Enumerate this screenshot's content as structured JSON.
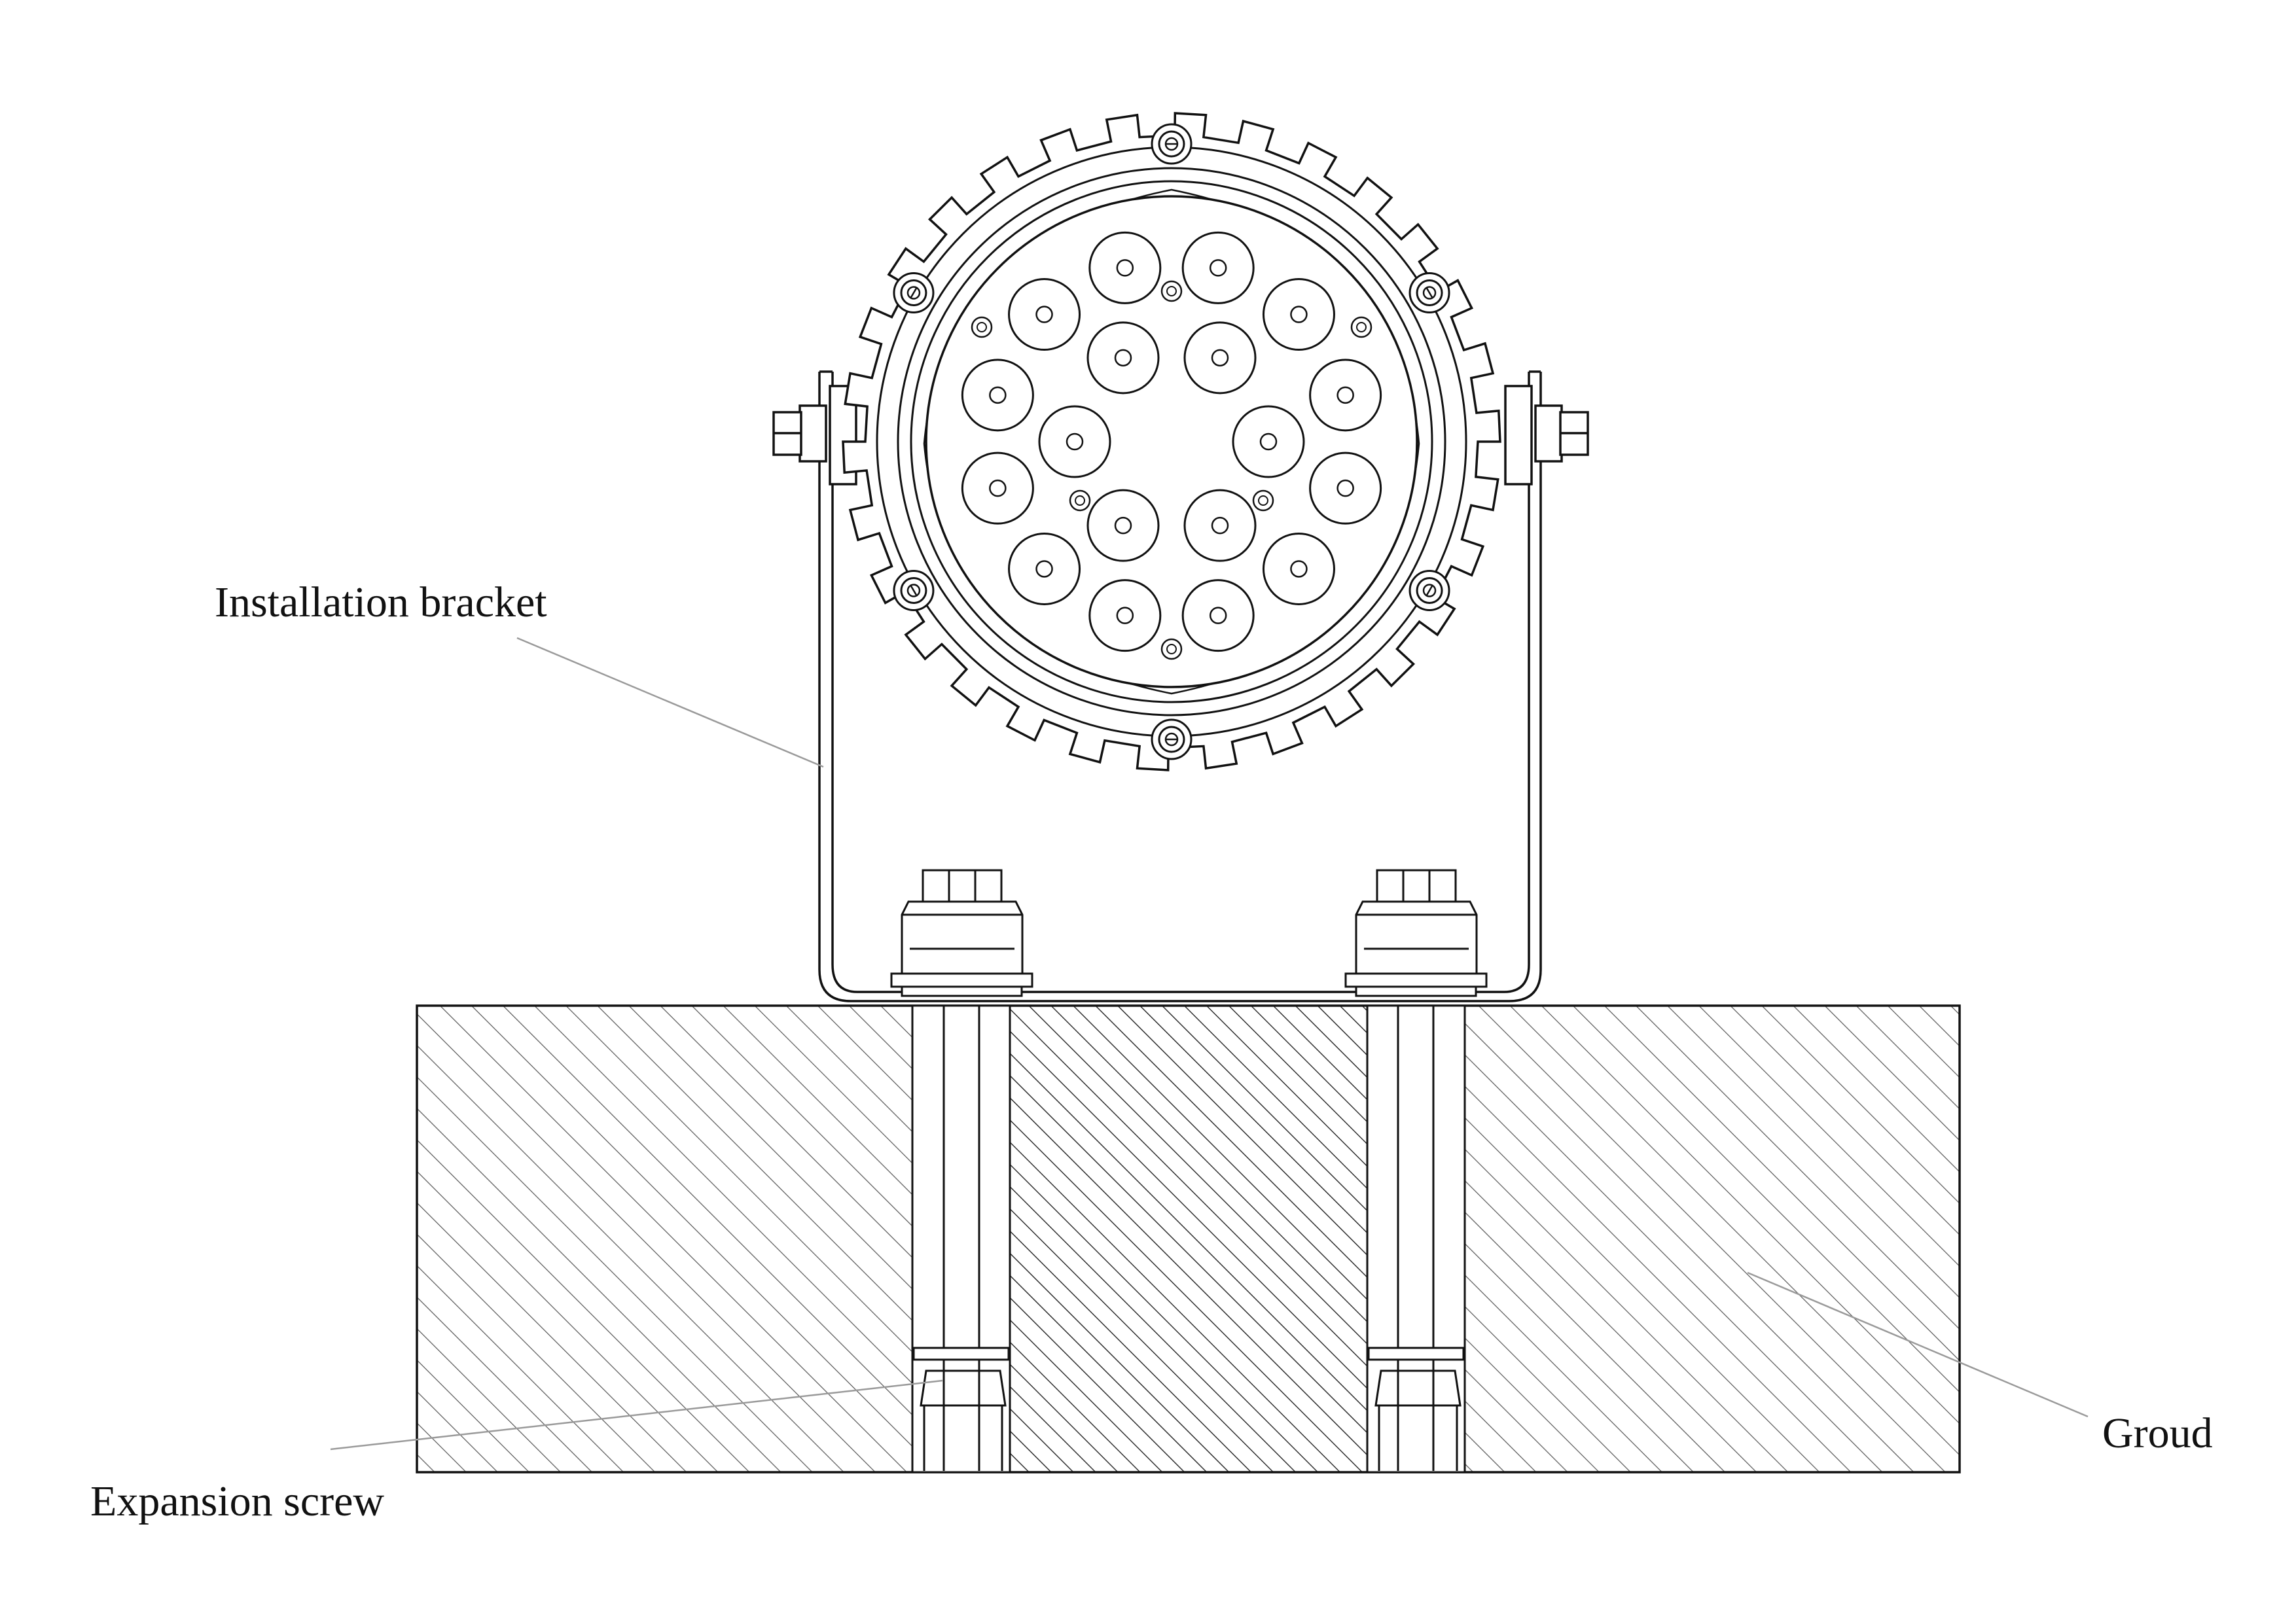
{
  "labels": {
    "installation_bracket": "Installation bracket",
    "expansion_screw": "Expansion screw",
    "ground": "Groud"
  },
  "colors": {
    "line": "#111111",
    "leader": "#9a9a9a",
    "hatch": "#555555",
    "background": "#ffffff"
  },
  "fixture": {
    "led_count": 18,
    "housing_screw_count": 6
  }
}
